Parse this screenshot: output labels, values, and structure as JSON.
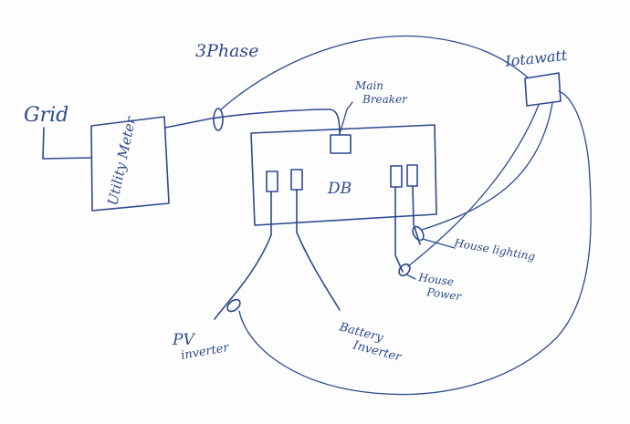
{
  "labels": {
    "grid": "Grid",
    "three_phase": "3Phase",
    "iotawatt": "Iotawatt",
    "utility_meter": "Utility Meter",
    "main_breaker_line1": "Main",
    "main_breaker_line2": "Breaker",
    "db": "DB",
    "house_lighting": "House lighting",
    "house_power_line1": "House",
    "house_power_line2": "Power",
    "pv_inverter_line1": "PV",
    "pv_inverter_line2": "inverter",
    "battery_inverter_line1": "Battery",
    "battery_inverter_line2": "Inverter"
  },
  "colors": {
    "ink": "#2d4a8e",
    "paper": "#fdfdfd"
  }
}
